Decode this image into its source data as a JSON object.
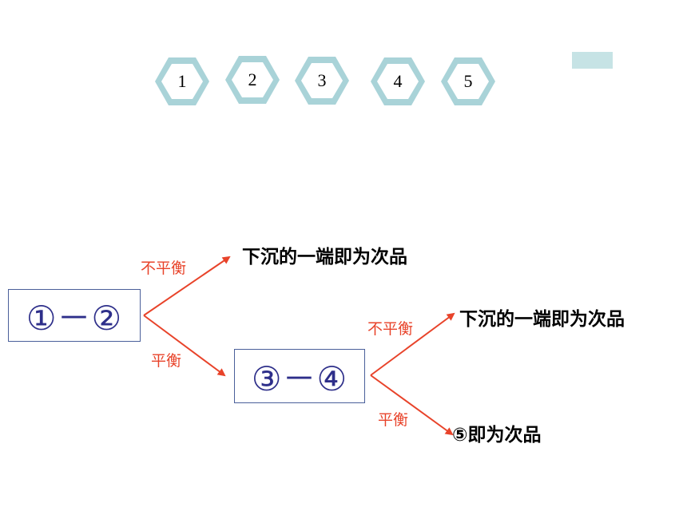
{
  "hexagons": [
    "1",
    "2",
    "3",
    "4",
    "5"
  ],
  "colors": {
    "hex_outer": "#a9d3d8",
    "hex_inner": "#ffffff",
    "box_border": "#4a5f9a",
    "box_text": "#2e2f8a",
    "arrow": "#e8432a",
    "branch_label": "#e8432a",
    "corner_rect": "#c6e3e5"
  },
  "first_weighing": {
    "label": "①－②",
    "unbalanced": {
      "condition": "不平衡",
      "result": "下沉的一端即为次品"
    },
    "balanced": {
      "condition": "平衡"
    }
  },
  "second_weighing": {
    "label": "③－④",
    "unbalanced": {
      "condition": "不平衡",
      "result": "下沉的一端即为次品"
    },
    "balanced": {
      "condition": "平衡",
      "result": "⑤即为次品"
    }
  }
}
